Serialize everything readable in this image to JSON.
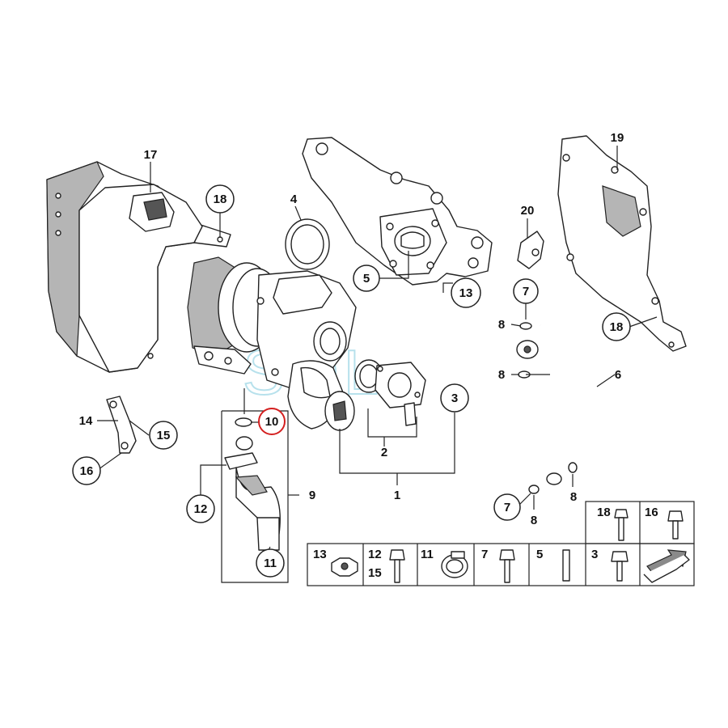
{
  "watermark": "SOL",
  "callouts": {
    "c17": "17",
    "c18a": "18",
    "c4": "4",
    "c19": "19",
    "c20": "20",
    "c5": "5",
    "c13": "13",
    "c7a": "7",
    "c8a": "8",
    "c18b": "18",
    "c8b": "8",
    "c6": "6",
    "c3": "3",
    "c10": "10",
    "c14": "14",
    "c15": "15",
    "c16": "16",
    "c2": "2",
    "c1": "1",
    "c9": "9",
    "c12": "12",
    "c11": "11",
    "c7b": "7",
    "c8c": "8",
    "c8d": "8"
  },
  "parts_table": {
    "top": [
      {
        "key": "r18",
        "label": "18"
      },
      {
        "key": "r16",
        "label": "16"
      }
    ],
    "bottom": [
      {
        "key": "r13",
        "label": "13"
      },
      {
        "key": "r12",
        "label": "12",
        "label2": "15"
      },
      {
        "key": "r11",
        "label": "11"
      },
      {
        "key": "r7",
        "label": "7"
      },
      {
        "key": "r5",
        "label": "5"
      },
      {
        "key": "r3",
        "label": "3"
      }
    ]
  },
  "colors": {
    "highlight_callout": "#d42020",
    "watermark": "#9fd7e6"
  }
}
